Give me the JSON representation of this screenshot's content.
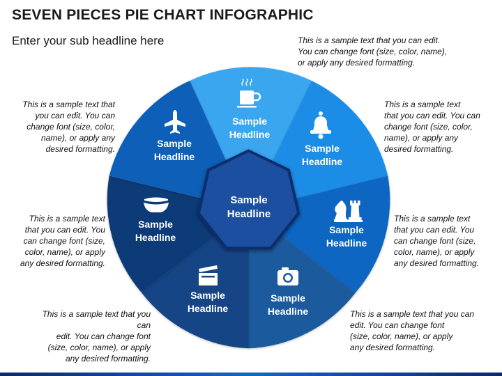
{
  "title": "SEVEN PIECES PIE CHART INFOGRAPHIC",
  "subtitle": "Enter your sub headline here",
  "hub": {
    "line1": "Sample",
    "line2": "Headline"
  },
  "segments": [
    {
      "id": "cup",
      "line1": "Sample",
      "line2": "Headline",
      "icon": "coffee-cup-icon",
      "color": "#3aa6f0"
    },
    {
      "id": "bell",
      "line1": "Sample",
      "line2": "Headline",
      "icon": "bell-icon",
      "color": "#1c8de6"
    },
    {
      "id": "chess",
      "line1": "Sample",
      "line2": "Headline",
      "icon": "chess-pieces-icon",
      "color": "#0a66c2"
    },
    {
      "id": "camera",
      "line1": "Sample",
      "line2": "Headline",
      "icon": "camera-icon",
      "color": "#1c5a9e"
    },
    {
      "id": "clapper",
      "line1": "Sample",
      "line2": "Headline",
      "icon": "clapperboard-icon",
      "color": "#124586"
    },
    {
      "id": "bowl",
      "line1": "Sample",
      "line2": "Headline",
      "icon": "bowl-icon",
      "color": "#0d3a78"
    },
    {
      "id": "plane",
      "line1": "Sample",
      "line2": "Headline",
      "icon": "airplane-icon",
      "color": "#0f5fb8"
    }
  ],
  "notes": {
    "top_right": "This is a sample text that you can edit.\nYou can change font (size, color, name),\nor apply any desired formatting.",
    "right_1": "This is a sample text\nthat you can edit. You can\nchange font (size, color,\nname), or apply any\ndesired formatting.",
    "right_2": "This is a sample text\nthat you can edit. You\ncan change font (size,\ncolor, name), or apply\nany desired formatting.",
    "bottom_right": "This is a sample text that you can\nedit. You can change font\n(size, color, name), or apply\nany desired formatting.",
    "bottom_left": "This is a sample text that you can\nedit. You can change font\n(size, color, name), or apply\nany desired formatting.",
    "left_2": "This is a sample text\nthat you can edit. You\ncan change font (size,\ncolor, name), or apply\nany desired formatting.",
    "left_1": "This is a sample text that\nyou can edit. You can\nchange font (size, color,\nname), or apply any\ndesired formatting."
  }
}
